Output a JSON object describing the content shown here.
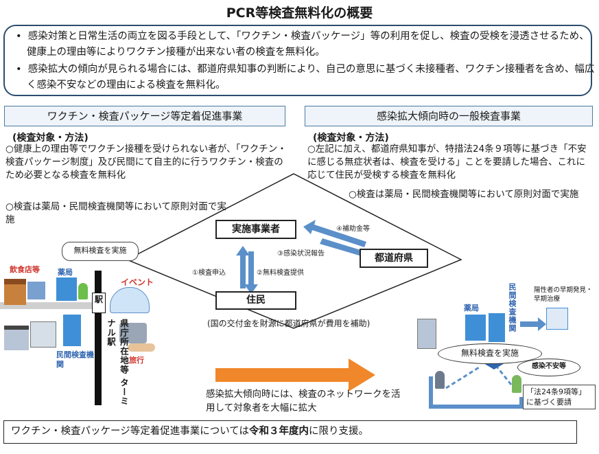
{
  "title": "PCR等検査無料化の概要",
  "summary": {
    "bullet1": "感染対策と日常生活の両立を図る手段として、「ワクチン・検査パッケージ」等の利用を促し、検査の受検を浸透させるため、健康上の理由等によりワクチン接種が出来ない者の検査を無料化。",
    "bullet2": "感染拡大の傾向が見られる場合には、都道府県知事の判断により、自己の意思に基づく未接種者、ワクチン接種者を含め、幅広く感染不安などの理由による検査を無料化。"
  },
  "left": {
    "header": "ワクチン・検査パッケージ等定着促進事業",
    "subheading": "(検査対象・方法)",
    "item1": "○健康上の理由等でワクチン接種を受けられない者が、「ワクチン・検査パッケージ制度」及び民間にて自主的に行うワクチン・検査のため必要となる検査を無料化",
    "item2": "○検査は薬局・民間検査機関等において原則対面で実施"
  },
  "right": {
    "header": "感染拡大傾向時の一般検査事業",
    "subheading": "(検査対象・方法)",
    "item1": "○左記に加え、都道府県知事が、特措法24条９項等に基づき「不安に感じる無症状者は、検査を受ける」ことを要請した場合、これに応じて住民が受検する検査を無料化",
    "item2": "○検査は薬局・民間検査機関等において原則対面で実施"
  },
  "diagram": {
    "node_operator": "実施事業者",
    "node_prefecture": "都道府県",
    "node_resident": "住民",
    "label1": "①検査申込",
    "label2": "②無料検査提供",
    "label3": "③感染状況報告",
    "label4": "④補助金等",
    "funding": "(国の交付金を財源に都道府県が費用を補助)"
  },
  "town": {
    "bubble": "無料検査を実施",
    "restaurant": "飲食店等",
    "pharmacy": "薬局",
    "event": "イベント",
    "station": "駅",
    "lab": "民間検査機関",
    "travel": "旅行",
    "terminal": "県庁所在地等 ターミナル駅"
  },
  "expansion": {
    "text": "感染拡大傾向時には、検査のネットワークを活用して対象者を大幅に拡大"
  },
  "right_illus": {
    "pharmacy": "薬局",
    "lab": "民間検査機関",
    "positive": "陽性者の早期発見・早期治療",
    "oval": "無料検査を実施",
    "anxiety": "感染不安等",
    "request": "「法24条9項等」に基づく要請"
  },
  "footer": {
    "text": "ワクチン・検査パッケージ等定着促進事業については",
    "bold": "令和３年度内",
    "tail": "に限り支援。"
  },
  "colors": {
    "accent": "#2b4d6e",
    "arrow_blue": "#5b8fc9",
    "orange": "#f0872a",
    "header_bg": "#eef4f9"
  }
}
